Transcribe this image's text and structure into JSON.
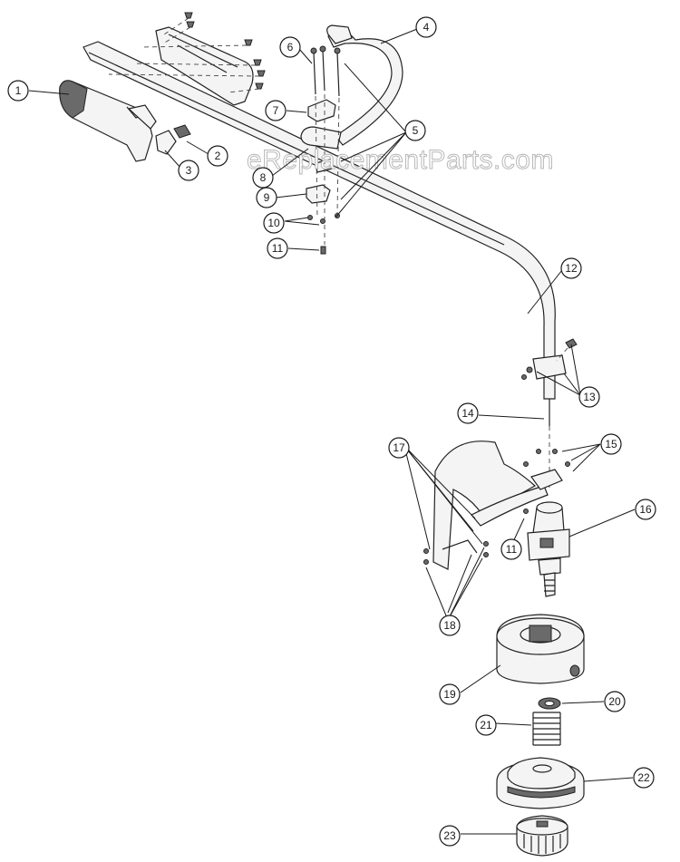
{
  "watermark": "eReplacementParts.com",
  "callouts": [
    "1",
    "2",
    "3",
    "4",
    "5",
    "6",
    "7",
    "8",
    "9",
    "10",
    "11",
    "11",
    "12",
    "13",
    "14",
    "15",
    "16",
    "17",
    "18",
    "19",
    "20",
    "21",
    "22",
    "23"
  ]
}
